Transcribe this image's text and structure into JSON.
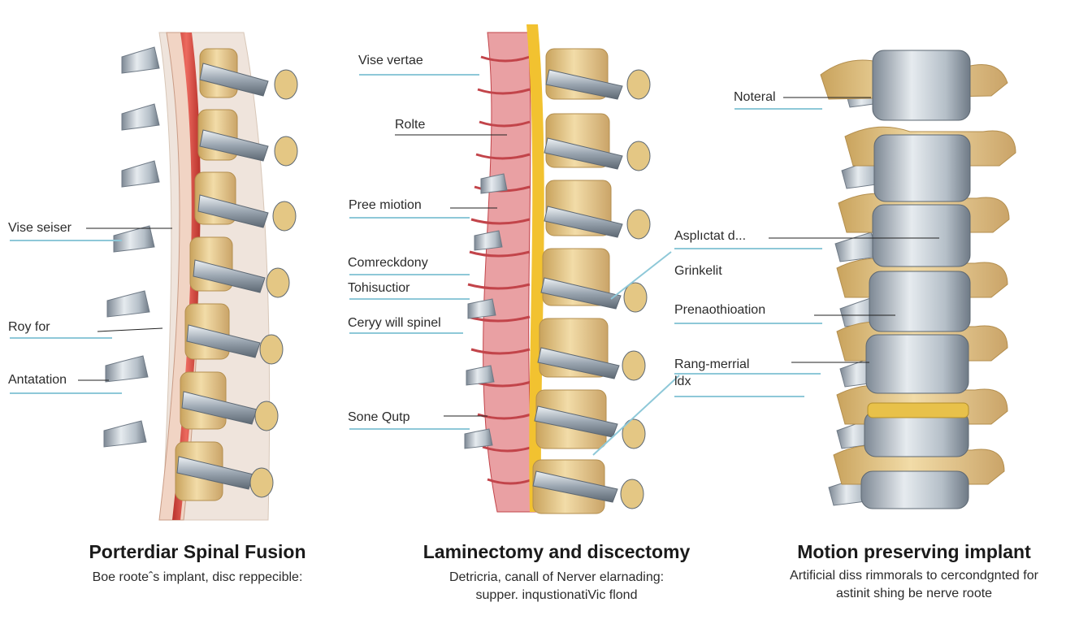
{
  "panels": [
    {
      "title": "Porterdiar Spinal Fusion",
      "subtitle": [
        "Boe rooteˆs implant, disc reppecible:"
      ],
      "labels": [
        "Vise seiser",
        "Roy for",
        "Antatation"
      ]
    },
    {
      "title": "Laminectomy and discectomy",
      "subtitle": [
        "Detricria, canall of Nerver elarnading:",
        "supper. inqustionatiVic flond"
      ],
      "labels": [
        "Vise vertae",
        "Rolte",
        "Pree miotion",
        "Comreckdony",
        "Tohisuctior",
        "Ceryy will spinel",
        "Sone Qutp"
      ]
    },
    {
      "title": "Motion preserving implant",
      "subtitle": [
        "Artificial diss rimmorals to cercondgnted for",
        "astinit shing be nerve roote"
      ],
      "labels": [
        "Noteral",
        "Asplıctat d...",
        "Grinkelit",
        "Prenaothioation",
        "Rang-merrial",
        "ldx"
      ]
    }
  ],
  "colors": {
    "bone": "#e8c98a",
    "bone_dark": "#c9a35d",
    "metal": "#b9c3cc",
    "metal_dark": "#6f7a86",
    "nerve": "#d9443c",
    "nerve_light": "#e9a0a3",
    "cord_yellow": "#f2c230",
    "leader": "#8ec8d8"
  }
}
